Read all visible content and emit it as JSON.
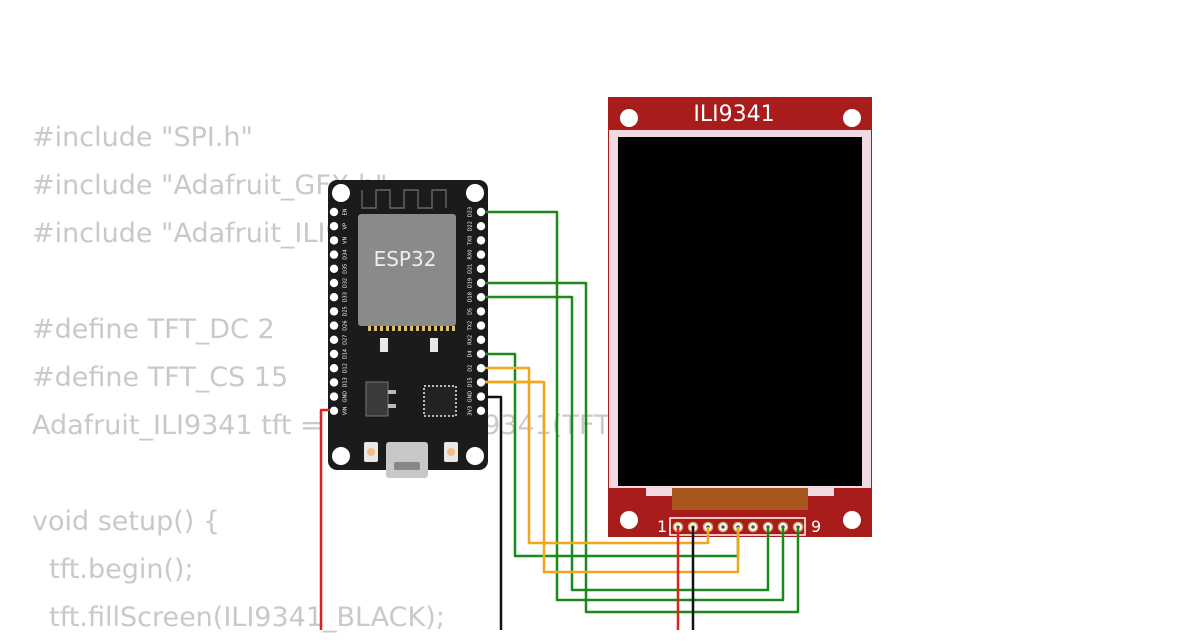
{
  "code_lines": [
    "#include \"SPI.h\"",
    "#include \"Adafruit_GFX.h\"",
    "#include \"Adafruit_ILI9341.h\"",
    "",
    "#define TFT_DC 2",
    "#define TFT_CS 15",
    "Adafruit_ILI9341 tft = Adafruit_ILI9341(TFT_CS, TFT_DC);",
    "",
    "void setup() {",
    "  tft.begin();",
    "  tft.fillScreen(ILI9341_BLACK);"
  ],
  "esp32": {
    "chip_label": "ESP32",
    "left_pins": [
      "EN",
      "VP",
      "VN",
      "D34",
      "D35",
      "D32",
      "D33",
      "D25",
      "D26",
      "D27",
      "D14",
      "D12",
      "D13",
      "GND",
      "VIN"
    ],
    "right_pins": [
      "D23",
      "D22",
      "TX0",
      "RX0",
      "D21",
      "D19",
      "D18",
      "D5",
      "TX2",
      "RX2",
      "D4",
      "D2",
      "D15",
      "GND",
      "3V3"
    ]
  },
  "display": {
    "title": "ILI9341",
    "pin_first": "1",
    "pin_last": "9"
  },
  "wire_colors": {
    "green": "#1a8a1a",
    "orange": "#f0a818",
    "black": "#111111",
    "red": "#e02020"
  },
  "colors": {
    "pcb_red": "#a81c1c",
    "board_black": "#1b1b1b",
    "chip_gray": "#8a8a8a",
    "code_gray": "#c9c9c9"
  }
}
